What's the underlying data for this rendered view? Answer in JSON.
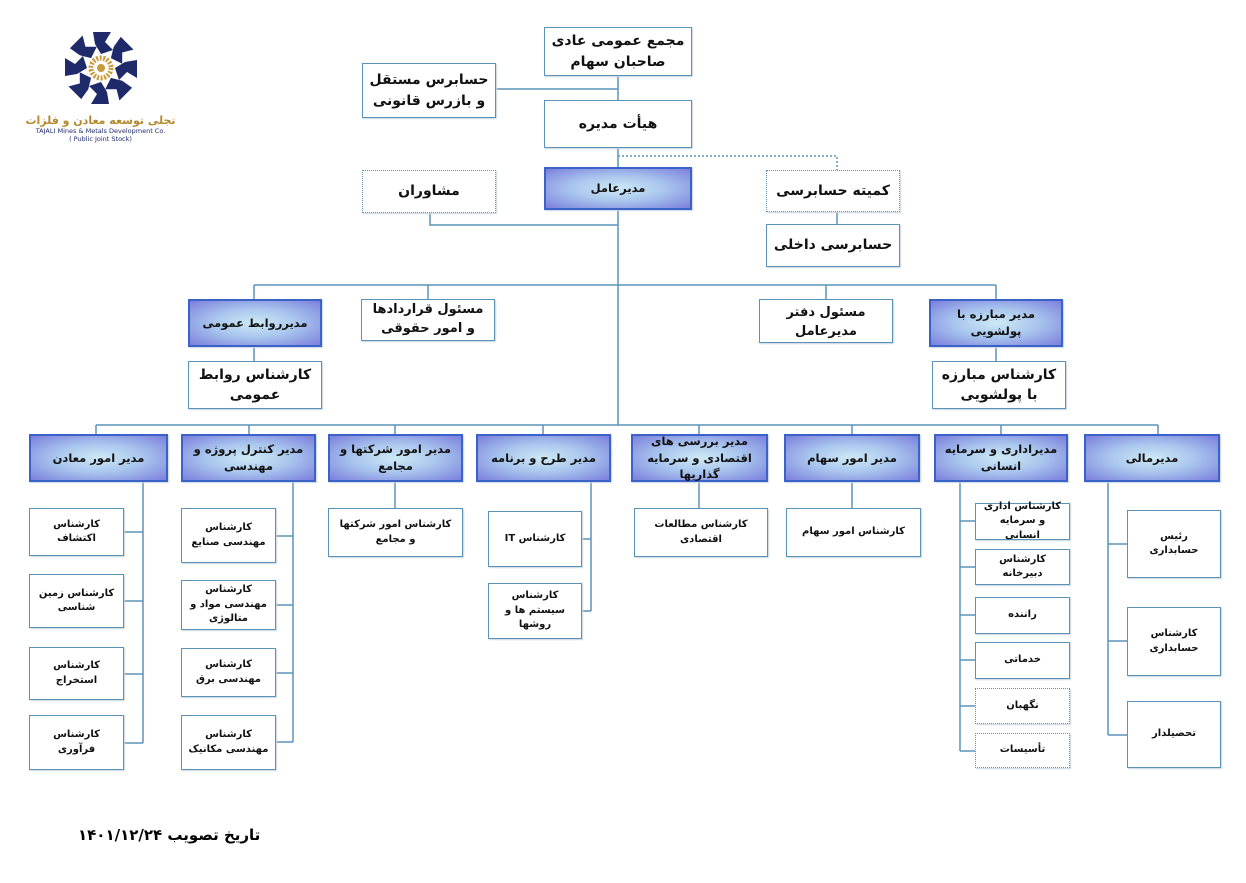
{
  "logo": {
    "name_fa": "تجلی توسعه معادن و فلزات",
    "name_en": "TAJALI Mines & Metals Development Co.",
    "subtitle": "( Public Joint Stock)",
    "colors": {
      "navy": "#1f2a6b",
      "gold": "#c89a3a"
    }
  },
  "top": {
    "general_assembly": "مجمع عمومی عادی صاحبان سهام",
    "auditor": "حسابرس مستقل و بازرس قانونی",
    "board": "هیأت مدیره",
    "ceo": "مدیرعامل",
    "advisors": "مشاوران",
    "audit_committee": "کمیته حسابرسی",
    "internal_audit": "حسابرسی داخلی"
  },
  "staff": {
    "pr_manager": "مدیرروابط عمومی",
    "pr_expert": "کارشناس روابط عمومی",
    "contracts": "مسئول قراردادها و امور حقوقی",
    "ceo_office": "مسئول دفتر مدیرعامل",
    "aml_manager": "مدیر مبارزه با پولشویی",
    "aml_expert": "کارشناس مبارزه با پولشویی"
  },
  "departments": [
    {
      "manager": "مدیر امور معادن",
      "experts": [
        "کارشناس اکتشاف",
        "کارشناس زمین شناسی",
        "کارشناس استخراج",
        "کارشناس فرآوری"
      ]
    },
    {
      "manager": "مدیر کنترل پروژه و مهندسی",
      "experts": [
        "کارشناس مهندسی صنایع",
        "کارشناس  مهندسی مواد و متالوژی",
        "کارشناس مهندسی برق",
        "کارشناس مهندسی مکانیک"
      ]
    },
    {
      "manager": "مدیر امور شرکتها و مجامع",
      "experts": [
        "کارشناس امور شرکتها و مجامع"
      ]
    },
    {
      "manager": "مدیر طرح و برنامه",
      "experts": [
        "کارشناس IT",
        "کارشناس سیستم ها و روشها"
      ]
    },
    {
      "manager": "مدیر بررسی های اقتصادی و سرمایه گذاریها",
      "experts": [
        "کارشناس مطالعات اقتصادی"
      ]
    },
    {
      "manager": "مدیر امور سهام",
      "experts": [
        "کارشناس امور سهام"
      ]
    },
    {
      "manager": "مدیراداری و سرمایه انسانی",
      "experts": [
        "کارشناس اداری و سرمایه انسانی",
        "کارشناس دبیرخانه",
        "راننده",
        "خدماتی",
        "نگهبان",
        "تأسیسات"
      ]
    },
    {
      "manager": "مدیرمالی",
      "experts": [
        "رئیس حسابداری",
        "کارشناس حسابداری",
        "تحصیلدار"
      ]
    }
  ],
  "footer": {
    "approval_date": "تاریخ تصویب ۱۴۰۱/۱۲/۲۴"
  }
}
